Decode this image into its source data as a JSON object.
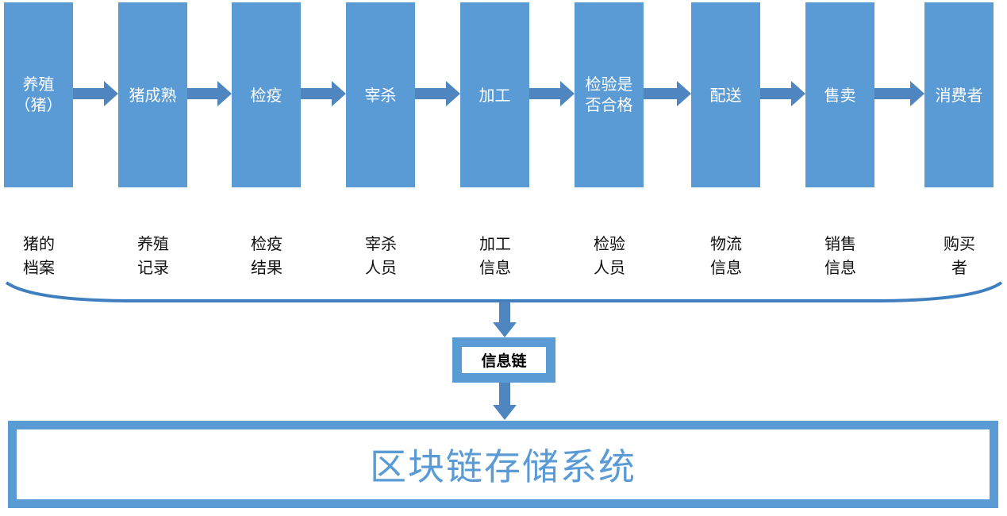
{
  "stages": [
    {
      "line1": "养殖",
      "line2": "（猪）"
    },
    {
      "line1": "猪成熟",
      "line2": ""
    },
    {
      "line1": "检疫",
      "line2": ""
    },
    {
      "line1": "宰杀",
      "line2": ""
    },
    {
      "line1": "加工",
      "line2": ""
    },
    {
      "line1": "检验是",
      "line2": "否合格"
    },
    {
      "line1": "配送",
      "line2": ""
    },
    {
      "line1": "售卖",
      "line2": ""
    },
    {
      "line1": "消费者",
      "line2": ""
    }
  ],
  "info_labels": [
    {
      "line1": "猪的",
      "line2": "档案"
    },
    {
      "line1": "养殖",
      "line2": "记录"
    },
    {
      "line1": "检疫",
      "line2": "结果"
    },
    {
      "line1": "宰杀",
      "line2": "人员"
    },
    {
      "line1": "加工",
      "line2": "信息"
    },
    {
      "line1": "检验",
      "line2": "人员"
    },
    {
      "line1": "物流",
      "line2": "信息"
    },
    {
      "line1": "销售",
      "line2": "信息"
    },
    {
      "line1": "购买",
      "line2": "者"
    }
  ],
  "info_chain": "信息链",
  "storage": "区块链存储系统",
  "colors": {
    "box": "#5B9BD5",
    "arrow": "#4F86BF"
  }
}
